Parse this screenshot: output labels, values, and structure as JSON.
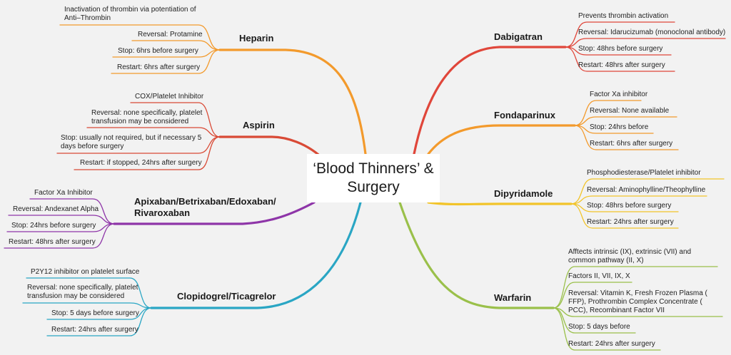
{
  "center": {
    "title": "‘Blood Thinners’ &\nSurgery"
  },
  "colors": {
    "heparin": "#f39a2c",
    "aspirin": "#d94a36",
    "apixaban": "#8e35a8",
    "clopidogrel": "#2aa6c4",
    "dabigatran": "#e0463a",
    "fondaparinux": "#f39a2c",
    "dipyridamole": "#f2c42a",
    "warfarin": "#9ac04a"
  },
  "branches": {
    "heparin": {
      "name": "Heparin",
      "items": [
        "Inactivation of thrombin via potentiation of Anti–Thrombin",
        "Reversal: Protamine",
        "Stop: 6hrs before surgery",
        "Restart: 6hrs after surgery"
      ]
    },
    "aspirin": {
      "name": "Aspirin",
      "items": [
        "COX/Platelet Inhibitor",
        "Reversal: none specifically, platelet transfusion may be considered",
        "Stop: usually not required, but if necessary 5 days before surgery",
        "Restart: if stopped, 24hrs after surgery"
      ]
    },
    "apixaban": {
      "name": "Apixaban/Betrixaban/Edoxaban/ Rivaroxaban",
      "items": [
        "Factor Xa Inhibitor",
        "Reversal: Andexanet Alpha",
        "Stop: 24hrs before surgery",
        "Restart: 48hrs after surgery"
      ]
    },
    "clopidogrel": {
      "name": "Clopidogrel/Ticagrelor",
      "items": [
        "P2Y12 inhibitor on platelet surface",
        "Reversal: none specifically, platelet transfusion may be considered",
        "Stop: 5 days before surgery",
        "Restart: 24hrs after surgery"
      ]
    },
    "dabigatran": {
      "name": "Dabigatran",
      "items": [
        "Prevents thrombin activation",
        "Reversal: Idarucizumab (monoclonal antibody)",
        "Stop: 48hrs before surgery",
        "Restart: 48hrs after surgery"
      ]
    },
    "fondaparinux": {
      "name": "Fondaparinux",
      "items": [
        "Factor Xa inhibitor",
        "Reversal: None available",
        "Stop: 24hrs before",
        "Restart: 6hrs after surgery"
      ]
    },
    "dipyridamole": {
      "name": "Dipyridamole",
      "items": [
        "Phosphodiesterase/Platelet inhibitor",
        "Reversal: Aminophylline/Theophylline",
        "Stop: 48hrs before surgery",
        "Restart: 24hrs after surgery"
      ]
    },
    "warfarin": {
      "name": "Warfarin",
      "items": [
        "Afftects intrinsic (IX), extrinsic (VII) and common pathway (II, X)",
        "Factors II, VII, IX, X",
        "Reversal: Vitamin K, Fresh Frozen Plasma ( FFP), Prothrombin Complex Concentrate ( PCC), Recombinant Factor VII",
        "Stop: 5 days before",
        "Restart: 24hrs after surgery"
      ]
    }
  }
}
